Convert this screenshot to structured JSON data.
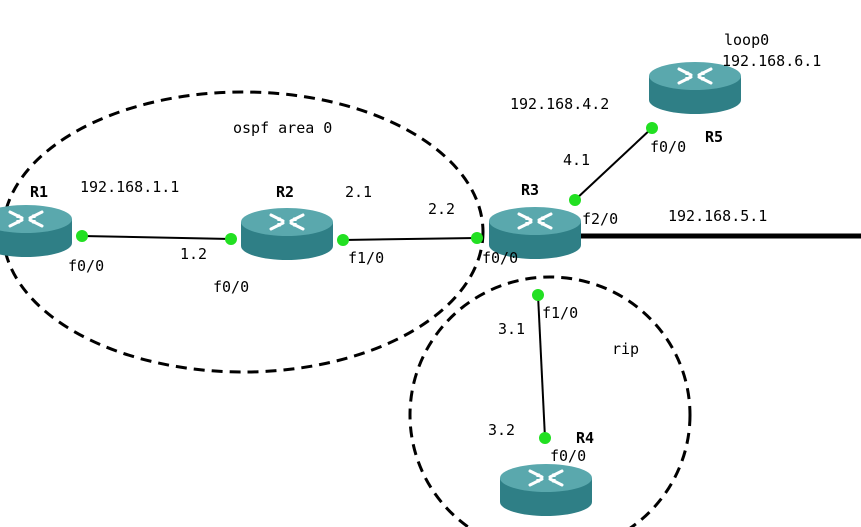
{
  "colors": {
    "router_top": "#5aa8ad",
    "router_body": "#2f7f86",
    "port_dot": "#22e022",
    "link": "#000000",
    "area_border": "#000000"
  },
  "areas": {
    "ospf": "ospf area 0",
    "rip": "rip"
  },
  "routers": {
    "r1": "R1",
    "r2": "R2",
    "r3": "R3",
    "r4": "R4",
    "r5": "R5"
  },
  "labels": {
    "r1_ip": "192.168.1.1",
    "r1_if": "f0/0",
    "r2_left_ip": "1.2",
    "r2_left_if": "f0/0",
    "r2_right_ip": "2.1",
    "r2_right_if": "f1/0",
    "r3_left_ip": "2.2",
    "r3_left_if": "f0/0",
    "r3_up_if": "f2/0",
    "r3_up_ip": "4.1",
    "r3_down_if": "f1/0",
    "r3_down_ip": "3.1",
    "r3_right_ip": "192.168.5.1",
    "r4_ip": "3.2",
    "r4_if": "f0/0",
    "r5_ip": "192.168.4.2",
    "r5_if": "f0/0",
    "r5_loop_name": "loop0",
    "r5_loop_ip": "192.168.6.1"
  }
}
